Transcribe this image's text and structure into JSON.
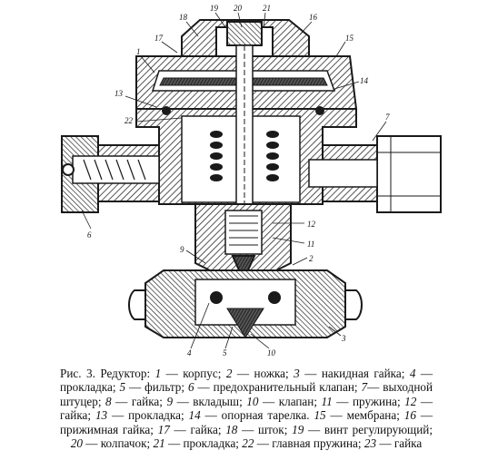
{
  "figure": {
    "callouts": [
      "18",
      "19",
      "20",
      "21",
      "16",
      "17",
      "1",
      "15",
      "13",
      "14",
      "22",
      "7",
      "6",
      "12",
      "11",
      "9",
      "2",
      "3",
      "4",
      "5",
      "10"
    ]
  },
  "caption": {
    "lead": "Рис. 3. Редуктор:",
    "items": [
      {
        "num": "1",
        "text": "корпус;"
      },
      {
        "num": "2",
        "text": "ножка;"
      },
      {
        "num": "3",
        "text": "накидная гайка;"
      },
      {
        "num": "4",
        "text": "прокладка;"
      },
      {
        "num": "5",
        "text": "фильтр;"
      },
      {
        "num": "6",
        "text": "предохранительный клапан;"
      },
      {
        "num": "7",
        "text": "выходной штуцер;"
      },
      {
        "num": "8",
        "text": "гайка;"
      },
      {
        "num": "9",
        "text": "вкладыш;"
      },
      {
        "num": "10",
        "text": "клапан;"
      },
      {
        "num": "11",
        "text": "пружина;"
      },
      {
        "num": "12",
        "text": "гайка;"
      },
      {
        "num": "13",
        "text": "прокладка;"
      },
      {
        "num": "14",
        "text": "опорная тарелка."
      },
      {
        "num": "15",
        "text": "мембрана;"
      },
      {
        "num": "16",
        "text": "прижимная гайка;"
      },
      {
        "num": "17",
        "text": "гайка;"
      },
      {
        "num": "18",
        "text": "шток;"
      },
      {
        "num": "19",
        "text": "винт регулирующий;"
      },
      {
        "num": "20",
        "text": "колпачок;"
      },
      {
        "num": "21",
        "text": "прокладка;"
      },
      {
        "num": "22",
        "text": "главная пружина;"
      },
      {
        "num": "23",
        "text": "гайка"
      }
    ]
  },
  "colors": {
    "ink": "#1a1a1a",
    "hatch": "#2a2a2a",
    "paper": "#ffffff",
    "shade": "#9a9a9a"
  }
}
